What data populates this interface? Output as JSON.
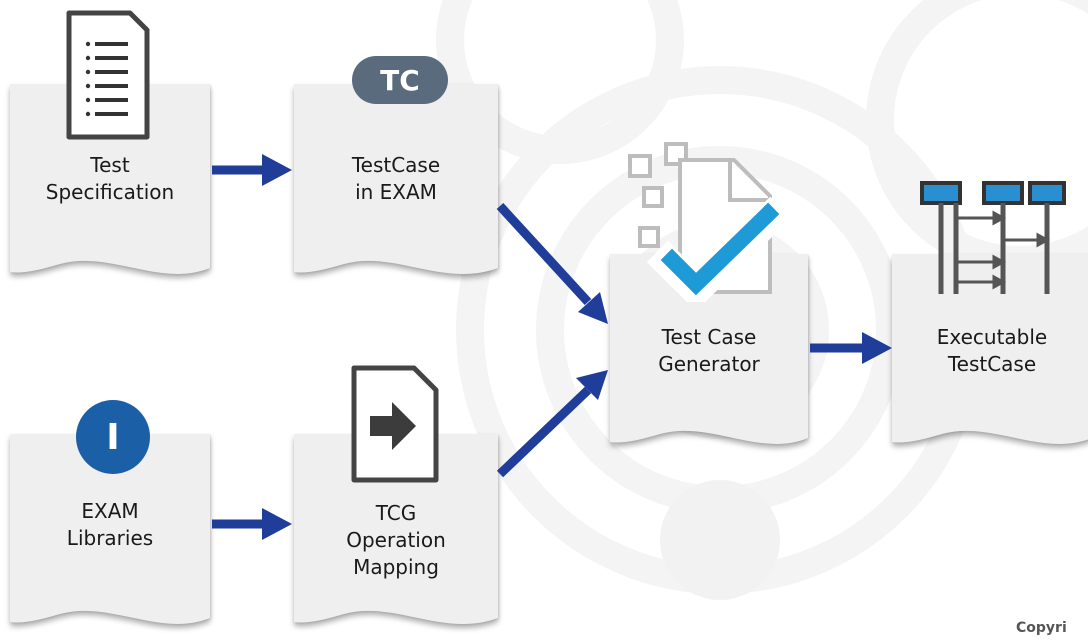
{
  "colors": {
    "arrow": "#1f3d99",
    "tc_badge": "#5a6b7d",
    "i_badge": "#1b5fa6",
    "doc_fill": "#efefef",
    "check": "#1e9ad6",
    "bar_blue": "#2a8fd0"
  },
  "nodes": {
    "test_spec": {
      "lines": [
        "Test",
        "Specification"
      ],
      "icon": "document-lines-icon"
    },
    "testcase_exam": {
      "lines": [
        "TestCase",
        "in EXAM"
      ],
      "badge": "TC",
      "icon": "tc-badge-icon"
    },
    "generator": {
      "lines": [
        "Test Case",
        "Generator"
      ],
      "icon": "checkmark-document-icon"
    },
    "executable": {
      "lines": [
        "Executable",
        "TestCase"
      ],
      "icon": "sequence-diagram-icon"
    },
    "libraries": {
      "lines": [
        "EXAM",
        "Libraries"
      ],
      "badge": "I",
      "icon": "i-badge-icon"
    },
    "tcg_mapping": {
      "lines": [
        "TCG",
        "Operation",
        "Mapping"
      ],
      "icon": "arrow-document-icon"
    }
  },
  "edges": [
    {
      "from": "Test Specification",
      "to": "TestCase in EXAM"
    },
    {
      "from": "TestCase in EXAM",
      "to": "Test Case Generator"
    },
    {
      "from": "EXAM Libraries",
      "to": "TCG Operation Mapping"
    },
    {
      "from": "TCG Operation Mapping",
      "to": "Test Case Generator"
    },
    {
      "from": "Test Case Generator",
      "to": "Executable TestCase"
    }
  ],
  "footer": {
    "copyright": "Copyri"
  }
}
